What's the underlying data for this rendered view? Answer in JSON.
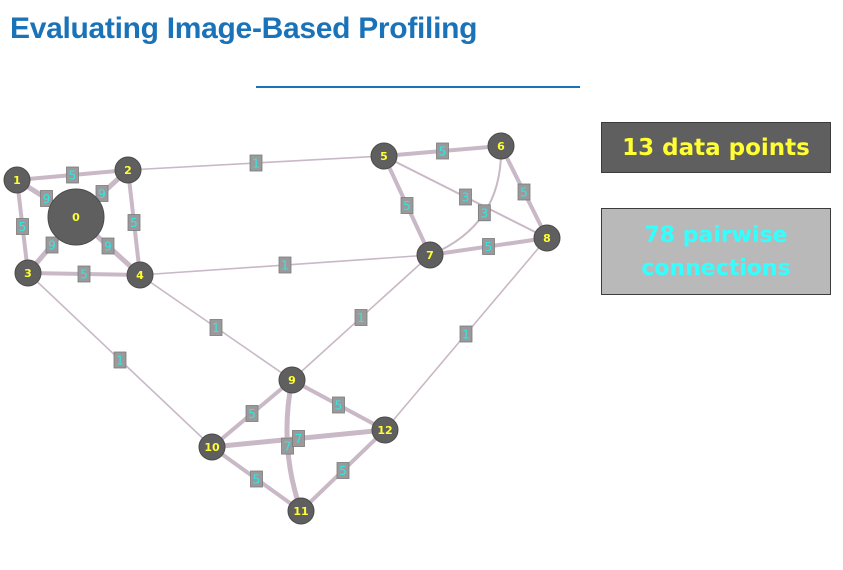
{
  "title": "Evaluating Image-Based Profiling",
  "info_boxes": {
    "data_points": "13 data points",
    "pairwise": "78 pairwise connections"
  },
  "colors": {
    "title": "#1a73b8",
    "node_fill": "#5f5f5f",
    "node_label": "#ffff33",
    "edge": "#c9b8c6",
    "edge_label_bg": "#9a9a9a",
    "edge_label_text": "#33e6e6"
  },
  "graph": {
    "nodes": [
      {
        "id": "0",
        "size": "large"
      },
      {
        "id": "1"
      },
      {
        "id": "2"
      },
      {
        "id": "3"
      },
      {
        "id": "4"
      },
      {
        "id": "5"
      },
      {
        "id": "6"
      },
      {
        "id": "7"
      },
      {
        "id": "8"
      },
      {
        "id": "9"
      },
      {
        "id": "10"
      },
      {
        "id": "11"
      },
      {
        "id": "12"
      }
    ],
    "edges": [
      {
        "source": "1",
        "target": "2",
        "weight": "5"
      },
      {
        "source": "1",
        "target": "3",
        "weight": "5"
      },
      {
        "source": "2",
        "target": "4",
        "weight": "5"
      },
      {
        "source": "3",
        "target": "4",
        "weight": "5"
      },
      {
        "source": "0",
        "target": "1",
        "weight": "9"
      },
      {
        "source": "0",
        "target": "2",
        "weight": "9"
      },
      {
        "source": "0",
        "target": "3",
        "weight": "9"
      },
      {
        "source": "0",
        "target": "4",
        "weight": "9"
      },
      {
        "source": "2",
        "target": "5",
        "weight": "1"
      },
      {
        "source": "4",
        "target": "7",
        "weight": "1"
      },
      {
        "source": "4",
        "target": "9",
        "weight": "1"
      },
      {
        "source": "3",
        "target": "10",
        "weight": "1"
      },
      {
        "source": "7",
        "target": "9",
        "weight": "1"
      },
      {
        "source": "8",
        "target": "12",
        "weight": "1"
      },
      {
        "source": "5",
        "target": "6",
        "weight": "5"
      },
      {
        "source": "5",
        "target": "7",
        "weight": "5"
      },
      {
        "source": "6",
        "target": "8",
        "weight": "5"
      },
      {
        "source": "7",
        "target": "8",
        "weight": "5"
      },
      {
        "source": "6",
        "target": "7",
        "weight": "3"
      },
      {
        "source": "5",
        "target": "8",
        "weight": "3"
      },
      {
        "source": "9",
        "target": "10",
        "weight": "5"
      },
      {
        "source": "9",
        "target": "12",
        "weight": "5"
      },
      {
        "source": "10",
        "target": "11",
        "weight": "5"
      },
      {
        "source": "11",
        "target": "12",
        "weight": "5"
      },
      {
        "source": "9",
        "target": "11",
        "weight": "7"
      },
      {
        "source": "10",
        "target": "12",
        "weight": "7"
      }
    ]
  }
}
